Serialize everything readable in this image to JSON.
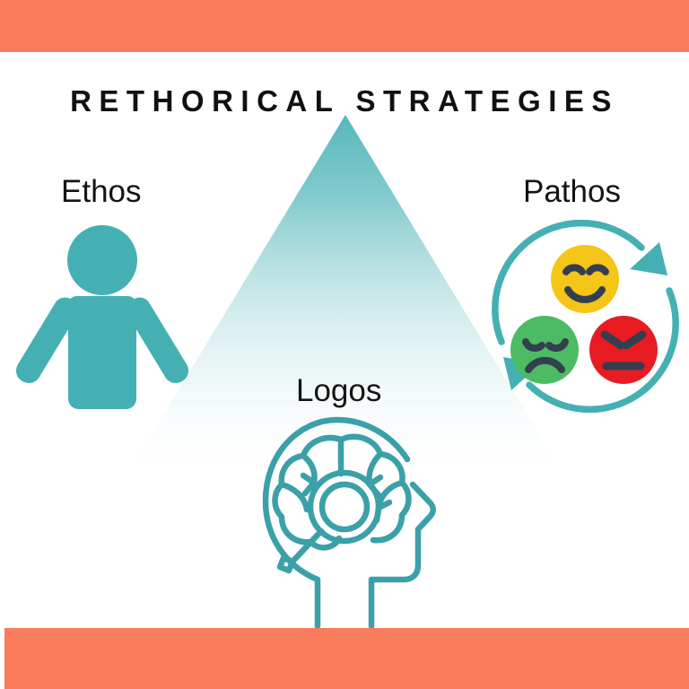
{
  "page": {
    "title": "RETHORICAL STRATEGIES",
    "background_color": "#ffffff"
  },
  "colors": {
    "accent_orange": "#fa7a5c",
    "accent_teal": "#45b0b4",
    "triangle_top": "#5bb9bd",
    "triangle_bottom": "#ffffff",
    "emoji_happy": "#f5c518",
    "emoji_sad": "#4cbb63",
    "emoji_angry": "#e81b23",
    "emoji_feature": "#333f4f",
    "title_text": "#111111",
    "label_text": "#141414"
  },
  "bars": {
    "top_label": "top-decorative-bar",
    "bottom_label": "bottom-decorative-bar"
  },
  "triangle": {
    "name": "rhetorical-triangle",
    "gradient_from": "#5bb9bd",
    "gradient_to": "#ffffff"
  },
  "pillars": [
    {
      "id": "ethos",
      "label": "Ethos",
      "icon": "person-silhouette-icon",
      "color": "#45b0b4"
    },
    {
      "id": "pathos",
      "label": "Pathos",
      "icon": "emotion-cycle-icon",
      "color": "#45b0b4"
    },
    {
      "id": "logos",
      "label": "Logos",
      "icon": "head-brain-magnifier-icon",
      "color": "#45b0b4"
    }
  ],
  "pathos_emojis": [
    {
      "id": "happy",
      "name": "happy-face-emoji",
      "color": "#f5c518"
    },
    {
      "id": "sad",
      "name": "sad-face-emoji",
      "color": "#4cbb63"
    },
    {
      "id": "angry",
      "name": "angry-face-emoji",
      "color": "#e81b23"
    }
  ]
}
